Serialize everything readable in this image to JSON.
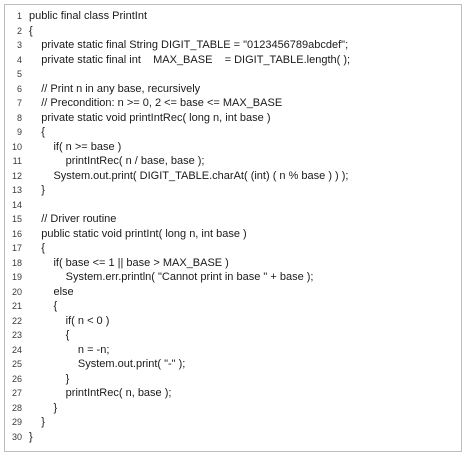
{
  "lines": [
    {
      "num": "1",
      "code": "public final class PrintInt"
    },
    {
      "num": "2",
      "code": "{"
    },
    {
      "num": "3",
      "code": "    private static final String DIGIT_TABLE = \"0123456789abcdef\";"
    },
    {
      "num": "4",
      "code": "    private static final int    MAX_BASE    = DIGIT_TABLE.length( );"
    },
    {
      "num": "5",
      "code": ""
    },
    {
      "num": "6",
      "code": "    // Print n in any base, recursively"
    },
    {
      "num": "7",
      "code": "    // Precondition: n >= 0, 2 <= base <= MAX_BASE"
    },
    {
      "num": "8",
      "code": "    private static void printIntRec( long n, int base )"
    },
    {
      "num": "9",
      "code": "    {"
    },
    {
      "num": "10",
      "code": "        if( n >= base )"
    },
    {
      "num": "11",
      "code": "            printIntRec( n / base, base );"
    },
    {
      "num": "12",
      "code": "        System.out.print( DIGIT_TABLE.charAt( (int) ( n % base ) ) );"
    },
    {
      "num": "13",
      "code": "    }"
    },
    {
      "num": "14",
      "code": ""
    },
    {
      "num": "15",
      "code": "    // Driver routine"
    },
    {
      "num": "16",
      "code": "    public static void printInt( long n, int base )"
    },
    {
      "num": "17",
      "code": "    {"
    },
    {
      "num": "18",
      "code": "        if( base <= 1 || base > MAX_BASE )"
    },
    {
      "num": "19",
      "code": "            System.err.println( \"Cannot print in base \" + base );"
    },
    {
      "num": "20",
      "code": "        else"
    },
    {
      "num": "21",
      "code": "        {"
    },
    {
      "num": "22",
      "code": "            if( n < 0 )"
    },
    {
      "num": "23",
      "code": "            {"
    },
    {
      "num": "24",
      "code": "                n = -n;"
    },
    {
      "num": "25",
      "code": "                System.out.print( \"-\" );"
    },
    {
      "num": "26",
      "code": "            }"
    },
    {
      "num": "27",
      "code": "            printIntRec( n, base );"
    },
    {
      "num": "28",
      "code": "        }"
    },
    {
      "num": "29",
      "code": "    }"
    },
    {
      "num": "30",
      "code": "}"
    }
  ]
}
